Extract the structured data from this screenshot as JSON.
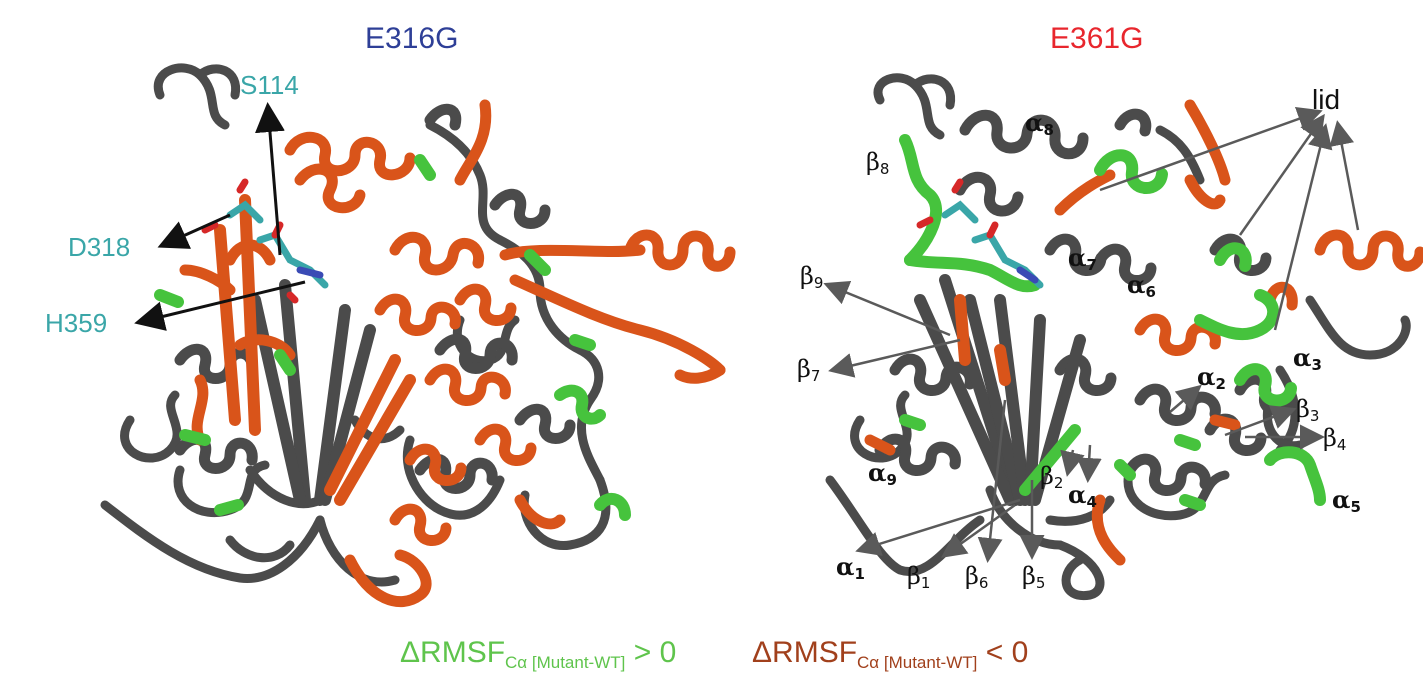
{
  "colors": {
    "increase": "#46c33d",
    "decrease": "#d9541a",
    "backbone": "#4b4b4b",
    "ligand": "#3aa6a8",
    "left_title": "#2e3f97",
    "right_title": "#e8262d"
  },
  "left_panel": {
    "title": "E316G",
    "residues": [
      "S114",
      "D318",
      "H359"
    ]
  },
  "right_panel": {
    "title": "E361G",
    "lid": "lid",
    "labels": [
      {
        "greek": "α",
        "sub": "8"
      },
      {
        "greek": "β",
        "sub": "8"
      },
      {
        "greek": "β",
        "sub": "9"
      },
      {
        "greek": "α",
        "sub": "7"
      },
      {
        "greek": "α",
        "sub": "6"
      },
      {
        "greek": "β",
        "sub": "7"
      },
      {
        "greek": "α",
        "sub": "3"
      },
      {
        "greek": "α",
        "sub": "2"
      },
      {
        "greek": "β",
        "sub": "3"
      },
      {
        "greek": "β",
        "sub": "4"
      },
      {
        "greek": "α",
        "sub": "9"
      },
      {
        "greek": "β",
        "sub": "2"
      },
      {
        "greek": "α",
        "sub": "4"
      },
      {
        "greek": "α",
        "sub": "5"
      },
      {
        "greek": "α",
        "sub": "1"
      },
      {
        "greek": "β",
        "sub": "1"
      },
      {
        "greek": "β",
        "sub": "6"
      },
      {
        "greek": "β",
        "sub": "5"
      }
    ]
  },
  "legend": {
    "positive": {
      "main": "ΔRMSF",
      "sub": "Cα [Mutant-WT]",
      "tail": " > 0"
    },
    "negative": {
      "main": "ΔRMSF",
      "sub": "Cα [Mutant-WT]",
      "tail": " < 0"
    }
  }
}
